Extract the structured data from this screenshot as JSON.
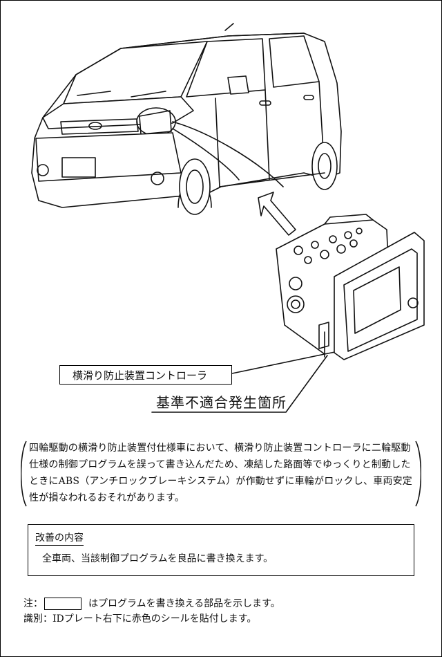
{
  "part_label": "横滑り防止装置コントローラ",
  "defect_label": "基準不適合発生箇所",
  "description": "四輪駆動の横滑り防止装置付仕様車において、横滑り防止装置コントローラに二輪駆動仕様の制御プログラムを誤って書き込んだため、凍結した路面等でゆっくりと制動したときにABS（アンチロックブレーキシステム）が作動せずに車輪がロックし、車両安定性が損なわれるおそれがあります。",
  "improvement": {
    "title": "改善の内容",
    "body": "全車両、当該制御プログラムを良品に書き換えます。"
  },
  "notes": {
    "note_prefix": "注：",
    "note_text": "はプログラムを書き換える部品を示します。",
    "identification": "識別：IDプレート右下に赤色のシールを貼付します。"
  }
}
